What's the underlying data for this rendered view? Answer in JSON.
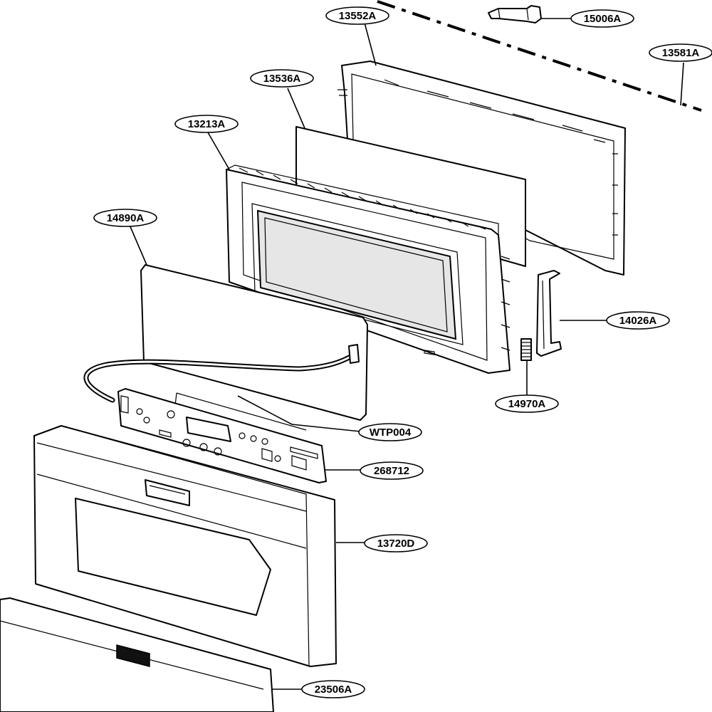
{
  "diagram": {
    "callouts": [
      {
        "id": "c-13552a",
        "text": "13552A",
        "target": "choke-frame"
      },
      {
        "id": "c-15006a",
        "text": "15006A",
        "target": "latch-clip"
      },
      {
        "id": "c-13581a",
        "text": "13581A",
        "target": "door-hinge-line"
      },
      {
        "id": "c-13536a",
        "text": "13536A",
        "target": "choke-cover-panel"
      },
      {
        "id": "c-13213a",
        "text": "13213A",
        "target": "door-frame-assembly"
      },
      {
        "id": "c-14890a",
        "text": "14890A",
        "target": "inner-door-panel"
      },
      {
        "id": "c-14026a",
        "text": "14026A",
        "target": "latch-hook"
      },
      {
        "id": "c-14970a",
        "text": "14970A",
        "target": "spring"
      },
      {
        "id": "c-wtp004",
        "text": "WTP004",
        "target": "wire-harness"
      },
      {
        "id": "c-268712",
        "text": "268712",
        "target": "control-pcb"
      },
      {
        "id": "c-13720d",
        "text": "13720D",
        "target": "outer-door"
      },
      {
        "id": "c-23506a",
        "text": "23506A",
        "target": "handle-trim"
      }
    ]
  }
}
